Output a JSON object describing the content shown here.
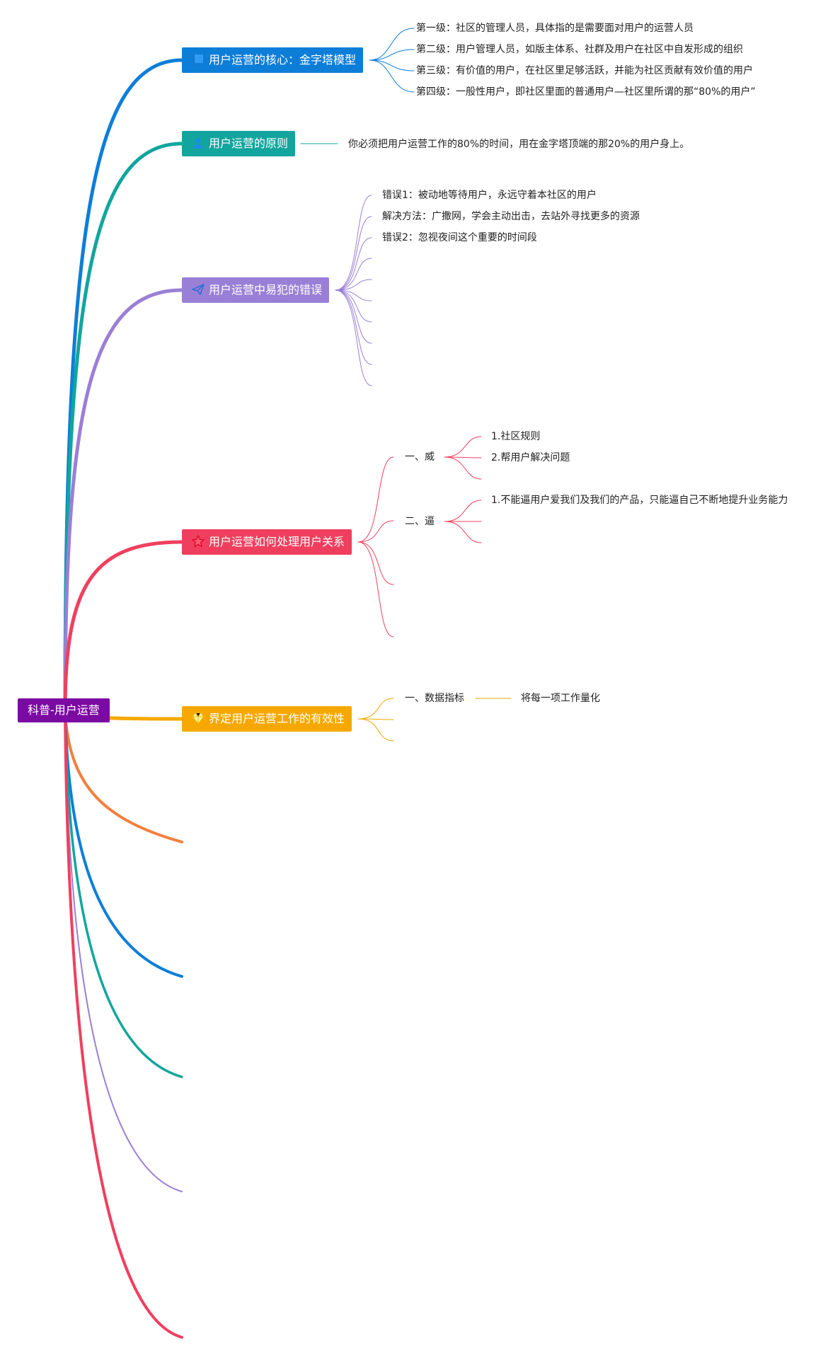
{
  "root": {
    "label": "科普-用户运营",
    "color": "#7b0aa3"
  },
  "branches": [
    {
      "label": "用户运营的核心：金字塔模型",
      "color": "#0d7ed8",
      "icon": "flag-icon",
      "children": [
        "第一级：社区的管理人员，具体指的是需要面对用户的运营人员",
        "第二级：用户管理人员，如版主体系、社群及用户在社区中自发形成的组织",
        "第三级：有价值的用户，在社区里足够活跃，并能为社区贡献有效价值的用户",
        "第四级：一般性用户，即社区里面的普通用户—社区里所谓的那“80%的用户”"
      ]
    },
    {
      "label": "用户运营的原则",
      "color": "#12a59d",
      "icon": "user-icon",
      "children": [
        "你必须把用户运营工作的80%的时间，用在金字塔顶端的那20%的用户身上。"
      ]
    },
    {
      "label": "用户运营中易犯的错误",
      "color": "#9a7fd6",
      "icon": "paper-plane-icon",
      "children": [
        "错误1：被动地等待用户，永远守着本社区的用户",
        "解决方法：广撒网，学会主动出击，去站外寻找更多的资源",
        "错误2：忽视夜间这个重要的时间段"
      ]
    },
    {
      "label": "用户运营如何处理用户关系",
      "color": "#f03f5e",
      "icon": "star-icon",
      "children": [
        {
          "label": "一、威",
          "children": [
            "1.社区规则",
            "2.帮用户解决问题"
          ]
        },
        {
          "label": "二、逼",
          "children": [
            "1.不能逼用户爱我们及我们的产品，只能逼自己不断地提升业务能力"
          ]
        }
      ]
    },
    {
      "label": "界定用户运营工作的有效性",
      "color": "#f6a800",
      "icon": "diamond-icon",
      "children": [
        {
          "label": "一、数据指标",
          "children": [
            "将每一项工作量化"
          ]
        }
      ]
    }
  ],
  "empty_branch_colors": [
    "#f47e3d",
    "#0d7ed8",
    "#12a59d",
    "#9a7fd6",
    "#f03f5e"
  ]
}
